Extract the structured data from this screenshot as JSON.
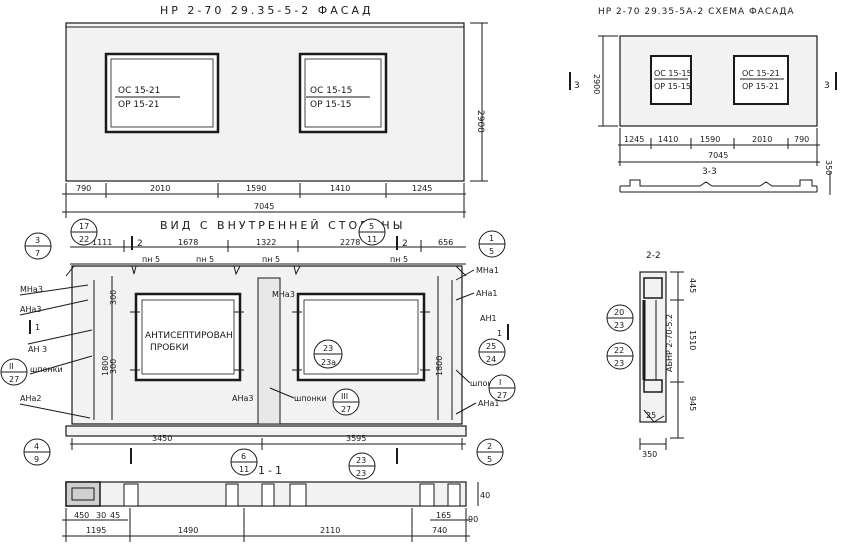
{
  "facade": {
    "title": "НР 2-70 29.35-5-2 ФАСАД",
    "left_window_top": "ОС 15-21",
    "left_window_bottom": "ОР 15-21",
    "right_window_top": "ОС 15-15",
    "right_window_bottom": "ОР 15-15",
    "height_dim": "2900",
    "dims": [
      "790",
      "2010",
      "1590",
      "1410",
      "1245"
    ],
    "total": "7045"
  },
  "scheme": {
    "title": "НР 2-70 29.35-5А-2 СХЕМА ФАСАДА",
    "left_window_top": "ОС 15-15",
    "left_window_bottom": "ОР 15-15",
    "right_window_top": "ОС 15-21",
    "right_window_bottom": "ОР 15-21",
    "height_dim": "2900",
    "dims": [
      "1245",
      "1410",
      "1590",
      "2010",
      "790"
    ],
    "total": "7045",
    "section_marker_left": "3",
    "section_marker_right": "3",
    "section_title": "3-3",
    "section_height": "350"
  },
  "inside": {
    "title": "ВИД С ВНУТРЕННЕЙ СТОРОНЫ",
    "top_dims": [
      "1111",
      "1678",
      "1322",
      "2278",
      "656"
    ],
    "pin_labels": [
      "пн 5",
      "пн 5",
      "пн 5",
      "пн 5"
    ],
    "callout_17": {
      "top": "17",
      "bottom": "22"
    },
    "callout_3_7": {
      "top": "3",
      "bottom": "7"
    },
    "callout_5_11": {
      "top": "5",
      "bottom": "11"
    },
    "callout_1_5": {
      "top": "1",
      "bottom": "5"
    },
    "callout_ii_27": {
      "top": "II",
      "bottom": "27"
    },
    "callout_4_9": {
      "top": "4",
      "bottom": "9"
    },
    "callout_6_11": {
      "top": "6",
      "bottom": "11"
    },
    "callout_23_23a": {
      "top": "23",
      "bottom": "23а"
    },
    "callout_iii_27": {
      "top": "III",
      "bottom": "27"
    },
    "callout_25_24": {
      "top": "25",
      "bottom": "24"
    },
    "callout_i_27": {
      "top": "I",
      "bottom": "27"
    },
    "callout_2_5": {
      "top": "2",
      "bottom": "5"
    },
    "label_mna3_left": "МНа3",
    "label_ana3_left": "АНа3",
    "label_an3": "АН 3",
    "label_shponki_left": "шпонки",
    "label_ana2": "АНа2",
    "label_mna3_mid": "МНа3",
    "label_ana3_mid": "АНа3",
    "label_shponki_mid": "шпонки",
    "label_mna1": "МНа1",
    "label_ana1_top": "АНа1",
    "label_an1": "АН1",
    "label_shponki_right": "шпонки",
    "label_ana1_bottom": "АНа1",
    "antiseptic_1": "АНТИСЕПТИРОВАН",
    "antiseptic_2": "ПРОБКИ",
    "dim_300_top": "300",
    "dim_300_bottom": "300",
    "dim_1800_left": "1800",
    "dim_1800_right": "1800",
    "bottom_dims": [
      "3450",
      "3595"
    ],
    "section_marks": [
      "1",
      "1",
      "2",
      "2"
    ]
  },
  "sec22": {
    "title": "2-2",
    "callout_20_23": {
      "top": "20",
      "bottom": "23"
    },
    "callout_22_23": {
      "top": "22",
      "bottom": "23"
    },
    "label": "АБНР 2-70-5.2",
    "dims": [
      "445",
      "1510",
      "945"
    ],
    "width": "350",
    "small": "25"
  },
  "sec11": {
    "title": "1-1",
    "callout_23_23": {
      "top": "23",
      "bottom": "23"
    },
    "dims_row1": [
      "450",
      "30",
      "45",
      "165",
      "90"
    ],
    "dims_row2": [
      "1195",
      "1490",
      "2110",
      "740"
    ],
    "thickness": "40"
  }
}
